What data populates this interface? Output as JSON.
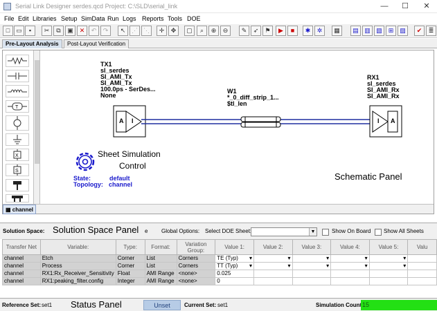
{
  "window": {
    "title": "Serial Link Designer serdes.qcd Project: C:\\SLD\\serial_link",
    "minimize": "—",
    "maximize": "☐",
    "close": "✕"
  },
  "menu": [
    "File",
    "Edit",
    "Libraries",
    "Setup",
    "SimData",
    "Run",
    "Logs",
    "Reports",
    "Tools",
    "DOE"
  ],
  "tabs": {
    "pre": "Pre-Layout Analysis",
    "post": "Post-Layout Verification"
  },
  "schematic": {
    "tx": {
      "lines": "TX1\nsl_serdes\nSI_AMI_Tx\nSI_AMI_Tx\n100.0ps - SerDes...\nNone"
    },
    "wire": {
      "lines": "W1\n*_0_diff_strip_1...\n$tl_len"
    },
    "rx": {
      "lines": "RX1\nsl_serdes\nSI_AMI_Rx\nSI_AMI_Rx"
    },
    "tx_pin_a": "A",
    "tx_pin_i": "I",
    "rx_pin_a": "A",
    "rx_pin_i": "I",
    "sheet_sim_title": "Sheet Simulation",
    "sheet_sim_sub": "Control",
    "state_label": "State:",
    "state_value": "default",
    "topology_label": "Topology:",
    "topology_value": "channel",
    "panel_label": "Schematic Panel",
    "sheet_tab": "channel"
  },
  "solution": {
    "label": "Solution Space:",
    "panel_label": "Solution Space Panel",
    "hidden_e": "e",
    "global_options": "Global Options:",
    "select_doe": "Select DOE Sheet:",
    "show_on_board": "Show On Board",
    "show_all_sheets": "Show All Sheets"
  },
  "table": {
    "headers": [
      "Transfer Net",
      "Variable:",
      "Type:",
      "Format:",
      "Variation Group:",
      "Value 1:",
      "Value 2:",
      "Value 3:",
      "Value 4:",
      "Value 5:",
      "Valu"
    ],
    "rows": [
      [
        "channel",
        "Etch",
        "Corner",
        "List",
        "Corners",
        "TE (Typ)",
        "",
        "",
        "",
        "",
        ""
      ],
      [
        "channel",
        "Process",
        "Corner",
        "List",
        "Corners",
        "TT (Typ)",
        "",
        "",
        "",
        "",
        ""
      ],
      [
        "channel",
        "RX1:Rx_Receiver_Sensitivity",
        "Float",
        "AMI Range",
        "<none>",
        "0.025",
        "",
        "",
        "",
        "",
        ""
      ],
      [
        "channel",
        "RX1:peaking_filter.config",
        "Integer",
        "AMI Range",
        "<none>",
        "0",
        "",
        "",
        "",
        "",
        ""
      ]
    ]
  },
  "status": {
    "reference_label": "Reference Set:",
    "reference_value": "set1",
    "panel_label": "Status Panel",
    "unset": "Unset",
    "current_label": "Current Set:",
    "current_value": "set1",
    "sim_count_label": "Simulation Count:",
    "sim_count_value": "15"
  },
  "colors": {
    "accent": "#1a1acc",
    "wire": "#1f2ea0",
    "sim_count_bg": "#23e014",
    "unset_bg": "#b7cce6"
  }
}
